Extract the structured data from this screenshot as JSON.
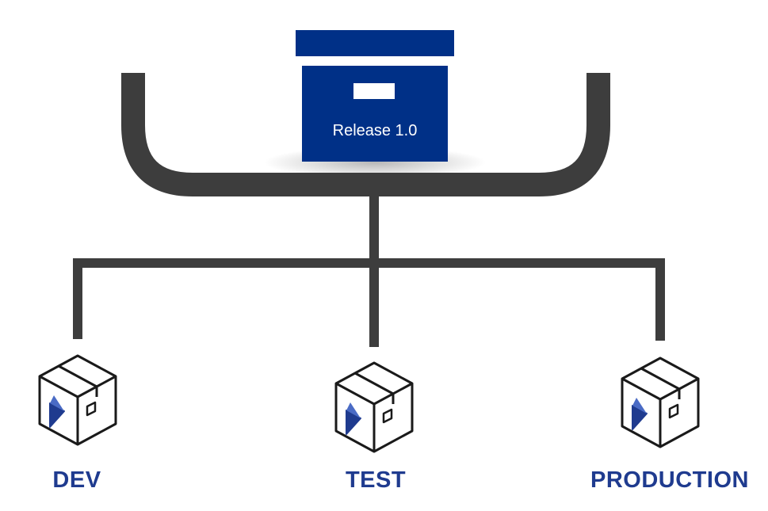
{
  "release": {
    "label": "Release 1.0"
  },
  "environments": [
    {
      "label": "DEV",
      "icon": "package-icon"
    },
    {
      "label": "TEST",
      "icon": "package-icon"
    },
    {
      "label": "PRODUCTION",
      "icon": "package-icon"
    }
  ],
  "colors": {
    "box_blue": "#003087",
    "label_blue": "#1f3b8f",
    "connector_gray": "#3d3d3d"
  }
}
